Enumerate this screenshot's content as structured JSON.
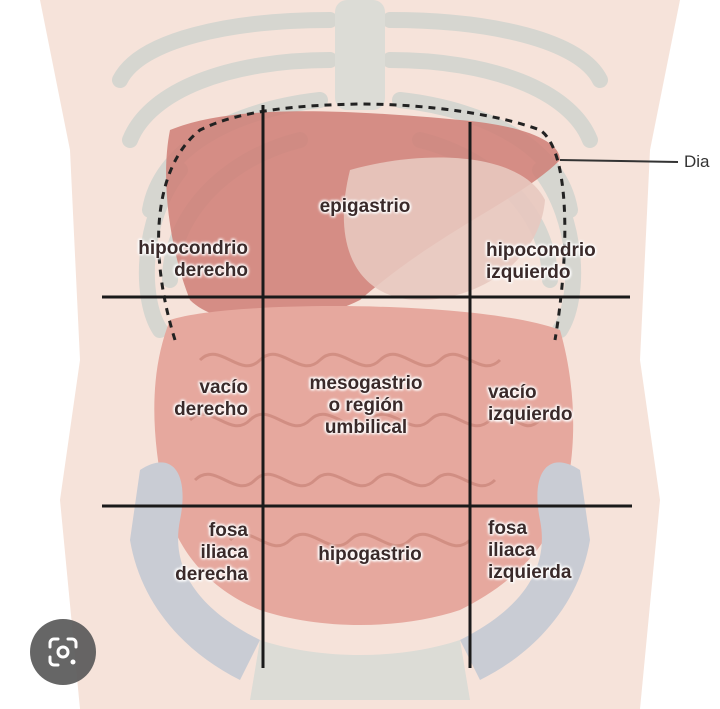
{
  "regions": {
    "epigastrio": "epigastrio",
    "hipocondrio_derecho": "hipocondrio\nderecho",
    "hipocondrio_izquierdo": "hipocondrio\nizquierdo",
    "vacio_derecho": "vacío\nderecho",
    "mesogastrio": "mesogastrio\no región\numbilical",
    "vacio_izquierdo": "vacío\nizquierdo",
    "fosa_iliaca_derecha": "fosa\niliaca\nderecha",
    "hipogastrio": "hipogastrio",
    "fosa_iliaca_izquierda": "fosa\niliaca\nizquierda"
  },
  "callout_label": "Dia",
  "colors": {
    "bone": "#dcdcd6",
    "skin": "#f3d9cf",
    "organ": "#d98e86",
    "liver": "#c4625a",
    "grid_line": "#1a1a1a"
  },
  "icons": {
    "lens": "google-lens-icon"
  }
}
